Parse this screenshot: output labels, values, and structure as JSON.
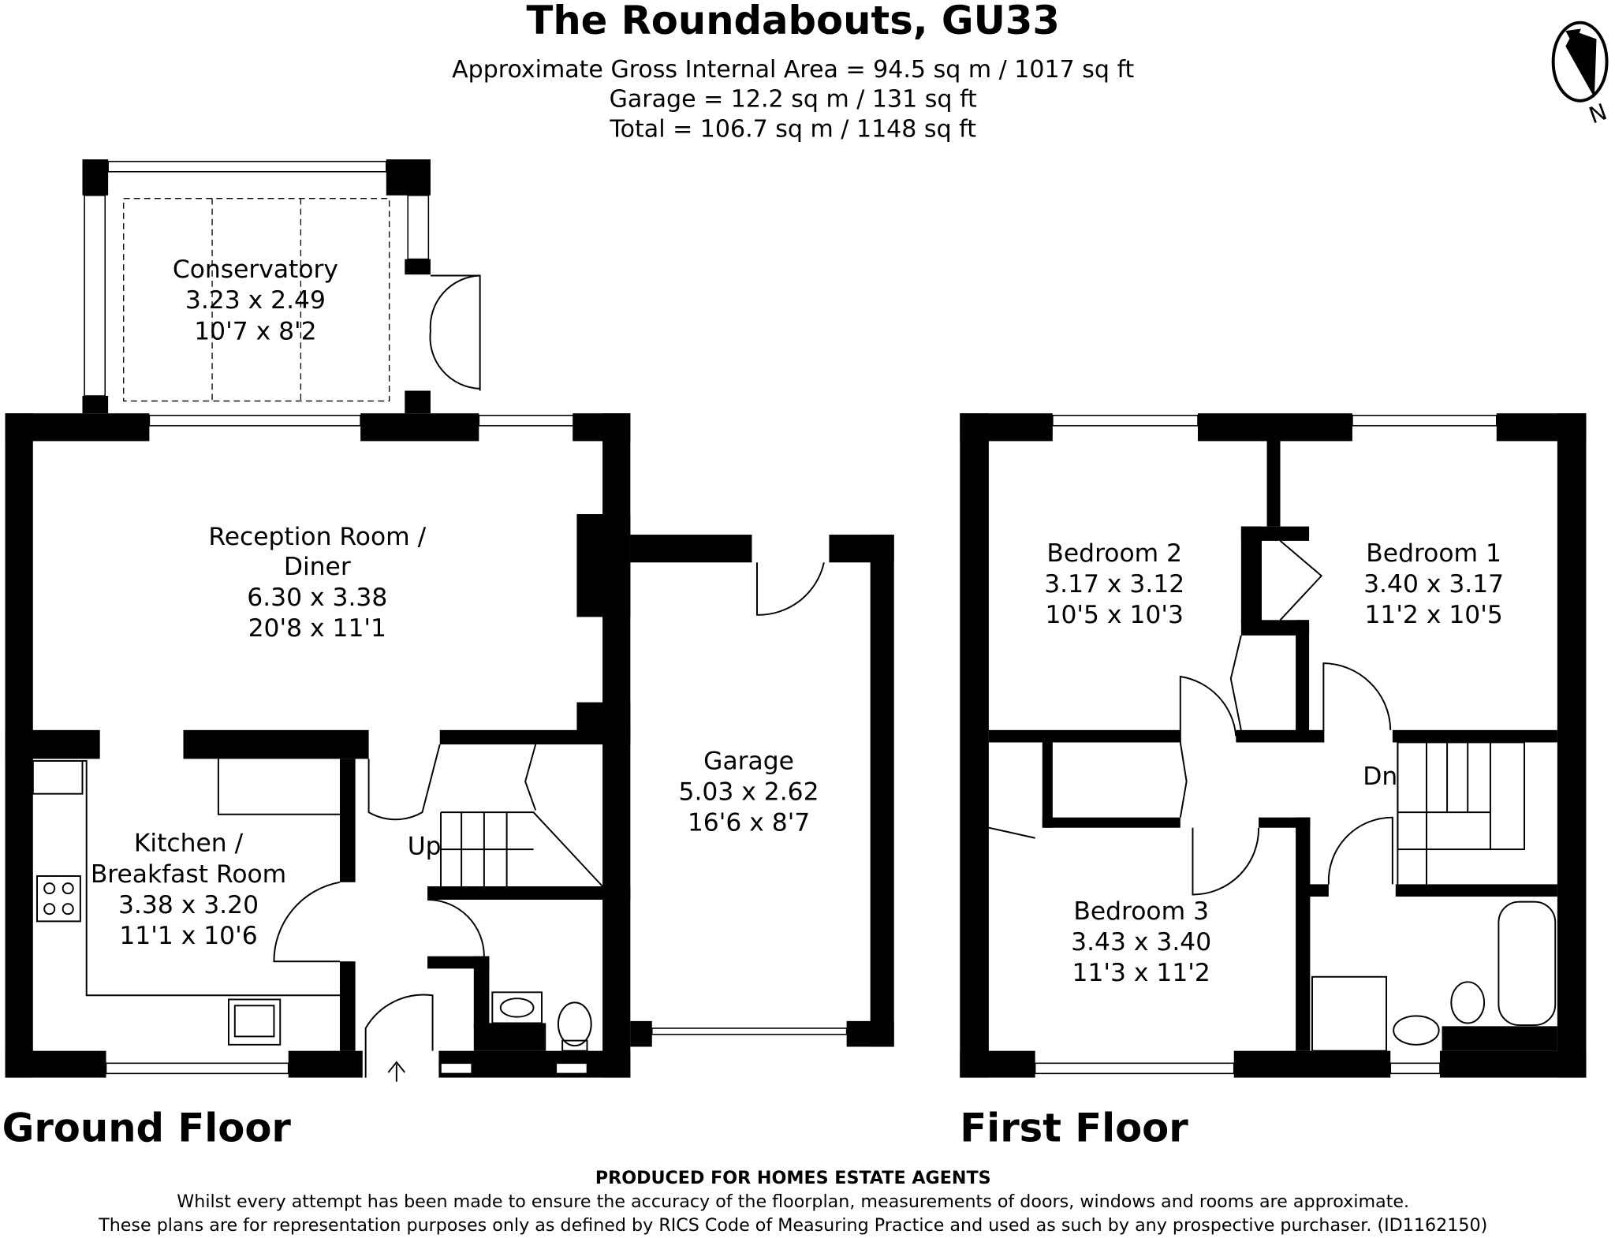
{
  "header": {
    "title": "The Roundabouts, GU33",
    "area_lines": [
      "Approximate Gross Internal Area = 94.5 sq m / 1017 sq ft",
      "Garage = 12.2 sq m / 131 sq ft",
      "Total = 106.7 sq m / 1148 sq ft"
    ],
    "compass_label": "N"
  },
  "ground_floor": {
    "label": "Ground Floor",
    "rooms": [
      {
        "name": "Conservatory",
        "metric": "3.23 x 2.49",
        "imperial": "10'7 x 8'2"
      },
      {
        "name": "Reception Room /",
        "name2": "Diner",
        "metric": "6.30 x 3.38",
        "imperial": "20'8 x 11'1"
      },
      {
        "name": "Kitchen /",
        "name2": "Breakfast Room",
        "metric": "3.38 x 3.20",
        "imperial": "11'1 x 10'6"
      },
      {
        "name": "Garage",
        "metric": "5.03 x 2.62",
        "imperial": "16'6 x 8'7"
      }
    ],
    "stairs_label": "Up"
  },
  "first_floor": {
    "label": "First Floor",
    "rooms": [
      {
        "name": "Bedroom 2",
        "metric": "3.17 x 3.12",
        "imperial": "10'5 x 10'3"
      },
      {
        "name": "Bedroom 1",
        "metric": "3.40 x 3.17",
        "imperial": "11'2 x 10'5"
      },
      {
        "name": "Bedroom 3",
        "metric": "3.43 x 3.40",
        "imperial": "11'3 x 11'2"
      }
    ],
    "stairs_label": "Dn"
  },
  "footer": {
    "producer": "PRODUCED FOR HOMES ESTATE AGENTS",
    "disclaimer1": "Whilst every attempt has been made to ensure the accuracy of the floorplan, measurements of doors, windows and rooms are approximate.",
    "disclaimer2": "These plans are for representation purposes only as defined by RICS Code of Measuring Practice and used as such by any prospective purchaser. (ID1162150)"
  }
}
